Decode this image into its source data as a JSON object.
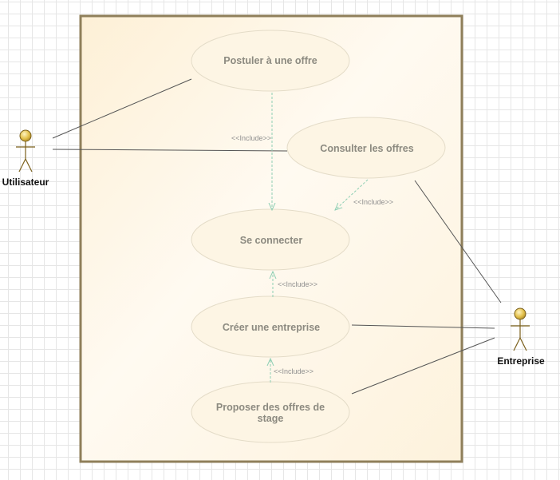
{
  "actors": {
    "utilisateur": "Utilisateur",
    "entreprise": "Entreprise"
  },
  "use_cases": {
    "postuler": "Postuler à une offre",
    "consulter": "Consulter les offres",
    "connecter": "Se connecter",
    "creer_entreprise": "Créer une entreprise",
    "proposer_line1": "Proposer des offres de",
    "proposer_line2": "stage"
  },
  "relations": {
    "include_postuler_connecter": "<<Include>>",
    "include_consulter_connecter": "<<Include>>",
    "include_creer_connecter": "<<Include>>",
    "include_proposer_creer": "<<Include>>"
  },
  "colors": {
    "system_border": "#8f7f5a",
    "use_case_fill": "#fdf5e4",
    "use_case_stroke": "#e4dcc8",
    "include_line": "#8fcfb4",
    "association_line": "#333333",
    "actor_head": "#d9b437"
  }
}
